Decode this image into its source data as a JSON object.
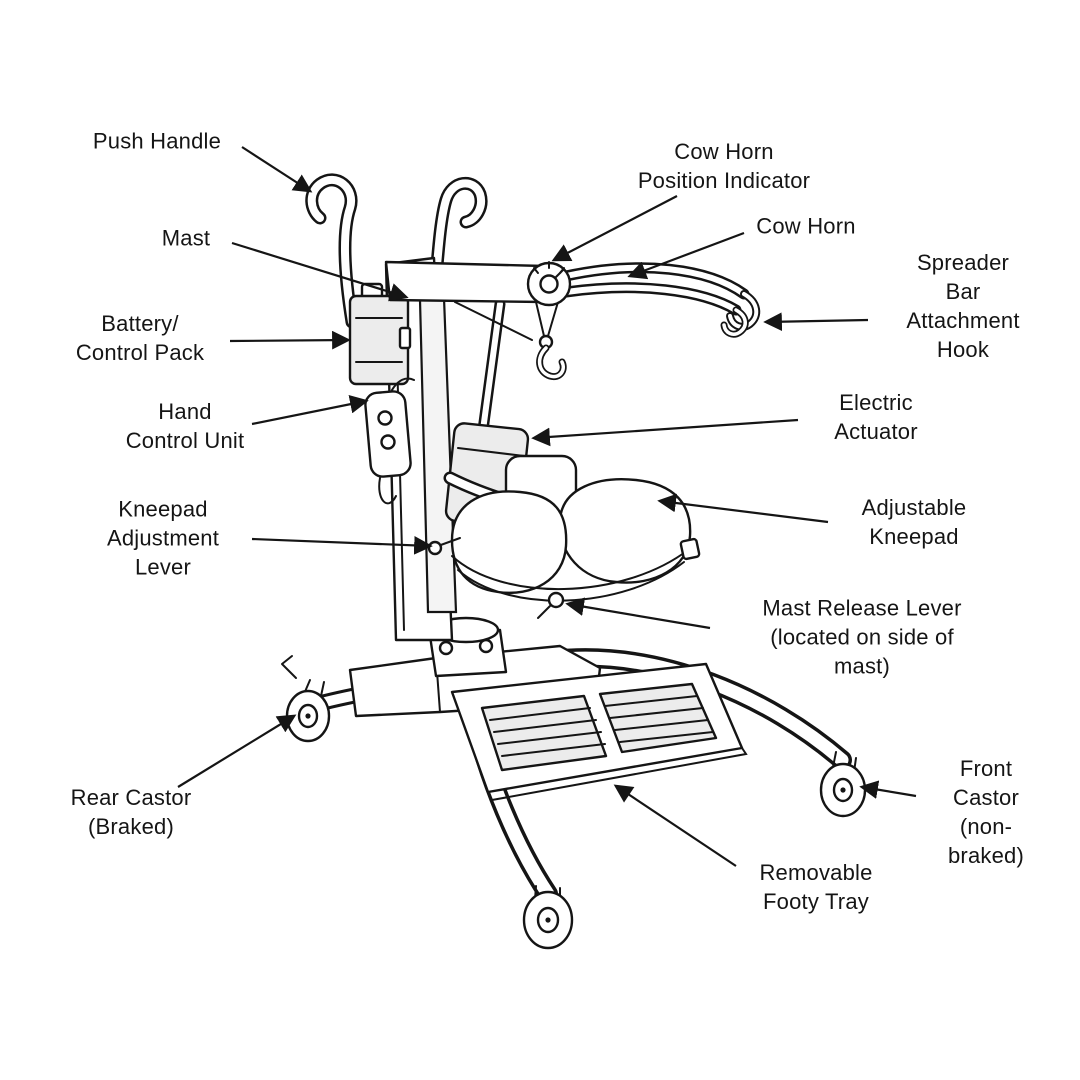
{
  "diagram": {
    "labels": {
      "push_handle": {
        "text": "Push Handle"
      },
      "mast": {
        "text": "Mast"
      },
      "battery_control_pack": {
        "text": "Battery/\nControl Pack"
      },
      "hand_control_unit": {
        "text": "Hand\nControl Unit"
      },
      "kneepad_adjustment_lever": {
        "text": "Kneepad\nAdjustment\nLever"
      },
      "rear_castor": {
        "text": "Rear Castor\n(Braked)"
      },
      "cow_horn_position_indicator": {
        "text": "Cow Horn\nPosition Indicator"
      },
      "cow_horn": {
        "text": "Cow Horn"
      },
      "spreader_bar_attachment_hook": {
        "text": "Spreader Bar\nAttachment Hook"
      },
      "electric_actuator": {
        "text": "Electric\nActuator"
      },
      "adjustable_kneepad": {
        "text": "Adjustable\nKneepad"
      },
      "mast_release_lever": {
        "text": "Mast Release Lever\n(located on side of mast)"
      },
      "front_castor": {
        "text": "Front Castor\n(non-braked)"
      },
      "removable_footy_tray": {
        "text": "Removable\nFooty Tray"
      }
    },
    "colors": {
      "line": "#151515",
      "background": "#ffffff",
      "shade": "#ececec"
    }
  }
}
